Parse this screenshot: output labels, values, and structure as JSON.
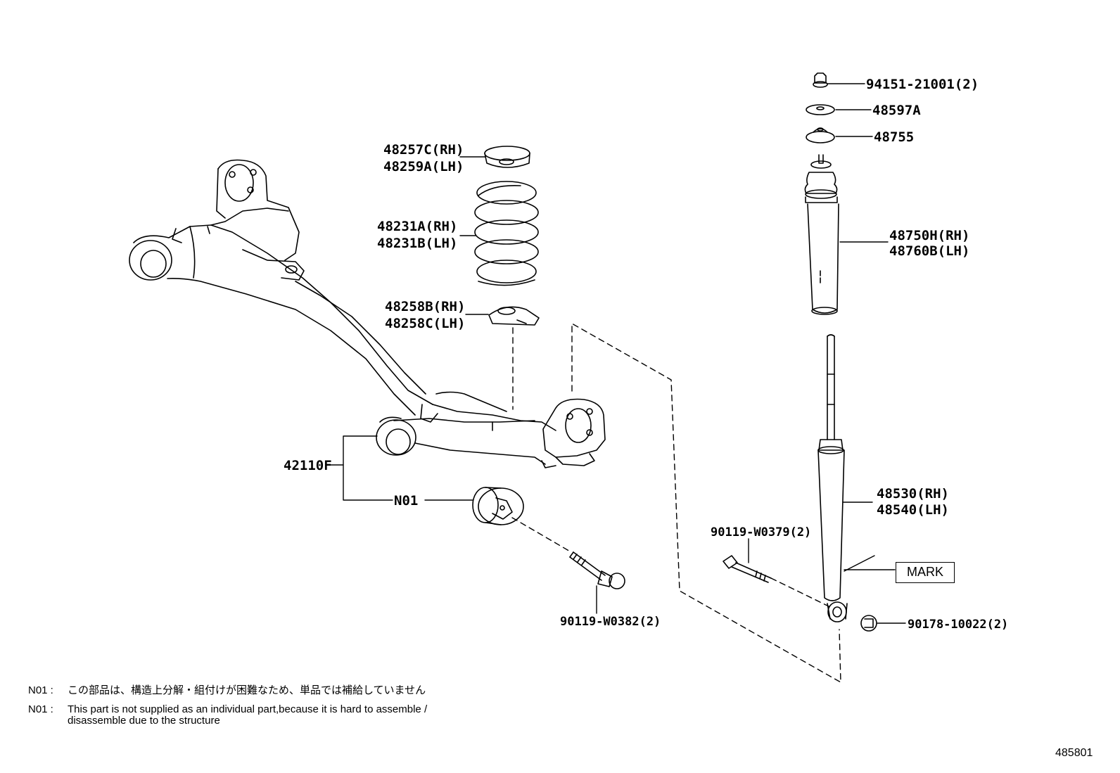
{
  "labels": {
    "nut_top": "94151-21001(2)",
    "washer": "48597A",
    "mount": "48755",
    "bumper_rh": "48750H(RH)",
    "bumper_lh": "48760B(LH)",
    "upper_seat_rh": "48257C(RH)",
    "upper_seat_lh": "48259A(LH)",
    "spring_rh": "48231A(RH)",
    "spring_lh": "48231B(LH)",
    "lower_seat_rh": "48258B(RH)",
    "lower_seat_lh": "48258C(LH)",
    "beam": "42110F",
    "bushing": "N01",
    "bolt_beam": "90119-W0382(2)",
    "shock_rh": "48530(RH)",
    "shock_lh": "48540(LH)",
    "bolt_shock": "90119-W0379(2)",
    "nut_shock": "90178-10022(2)",
    "mark": "MARK"
  },
  "notes": [
    {
      "key": "N01 :",
      "text": "この部品は、構造上分解・組付けが困難なため、単品では補給していません"
    },
    {
      "key": "N01 :",
      "text": "This part is not supplied as an individual part,because it is hard to assemble /",
      "text2": "disassemble due to the structure"
    }
  ],
  "diagram_number": "485801",
  "icons": [
    "torsion-beam",
    "coil-spring",
    "spring-seat-upper",
    "spring-seat-lower",
    "shock-absorber",
    "bump-stop-boot",
    "bushing",
    "bolt",
    "nut",
    "washer"
  ]
}
